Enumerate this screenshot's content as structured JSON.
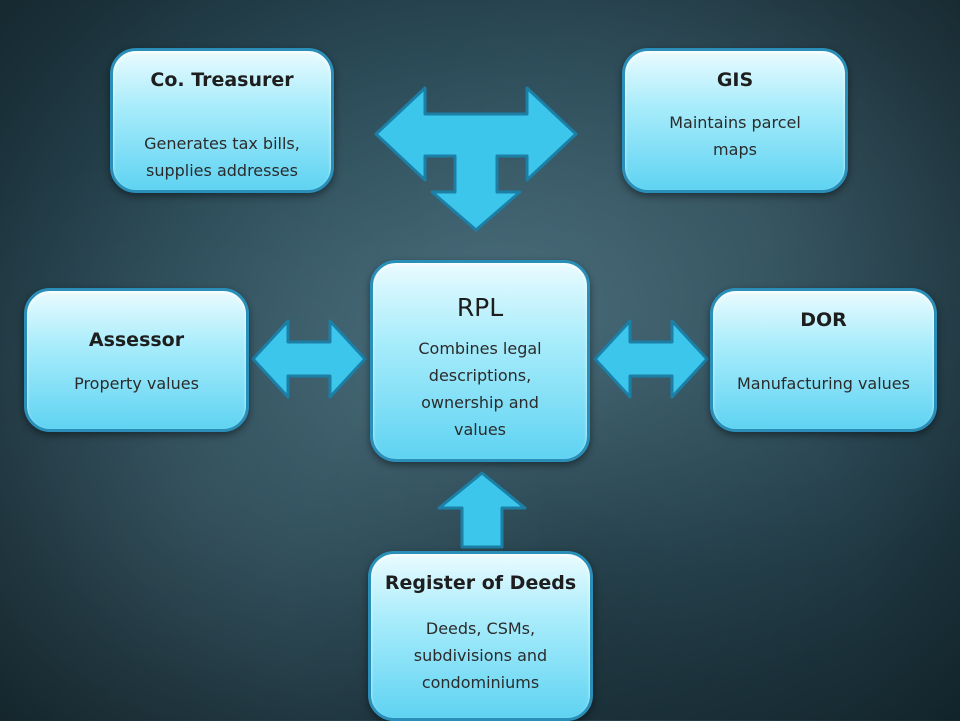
{
  "nodes": {
    "treasurer": {
      "title": "Co. Treasurer",
      "lines": [
        "Generates tax bills,",
        "supplies addresses"
      ]
    },
    "gis": {
      "title": "GIS",
      "lines": [
        "Maintains parcel",
        "maps"
      ]
    },
    "assessor": {
      "title": "Assessor",
      "lines": [
        "Property values"
      ]
    },
    "rpl": {
      "title": "RPL",
      "lines": [
        "Combines legal",
        "descriptions,",
        "ownership and",
        "values"
      ]
    },
    "dor": {
      "title": "DOR",
      "lines": [
        "Manufacturing values"
      ]
    },
    "deeds": {
      "title": "Register of Deeds",
      "lines": [
        "Deeds, CSMs,",
        "subdivisions and",
        "condominiums"
      ]
    }
  },
  "colors": {
    "arrow_fill": "#3dc6ec",
    "arrow_stroke": "#1b7fa6",
    "box_border": "#2a8fb8"
  }
}
